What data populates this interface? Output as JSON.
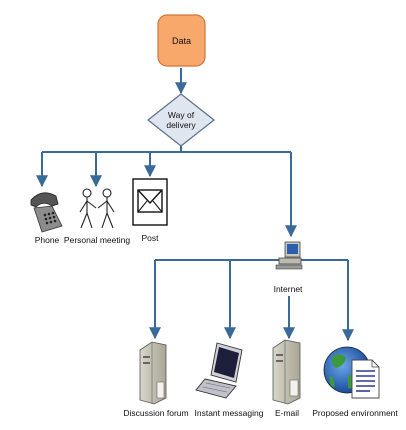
{
  "nodes": {
    "data": {
      "label": "Data"
    },
    "way_of_delivery": {
      "line1": "Way of",
      "line2": "delivery"
    },
    "phone": {
      "label": "Phone"
    },
    "personal_meeting": {
      "label": "Personal meeting"
    },
    "post": {
      "label": "Post"
    },
    "internet": {
      "label": "Internet"
    },
    "discussion_forum": {
      "label": "Discussion forum"
    },
    "instant_messaging": {
      "label": "Instant messaging"
    },
    "email": {
      "label": "E-mail"
    },
    "proposed_environment": {
      "label": "Proposed environment"
    }
  },
  "colors": {
    "data_fill": "#f7a86a",
    "data_stroke": "#d0753a",
    "diamond_fill": "#dfe6ef",
    "diamond_stroke": "#5a6f88",
    "connector": "#3a6a9a"
  }
}
